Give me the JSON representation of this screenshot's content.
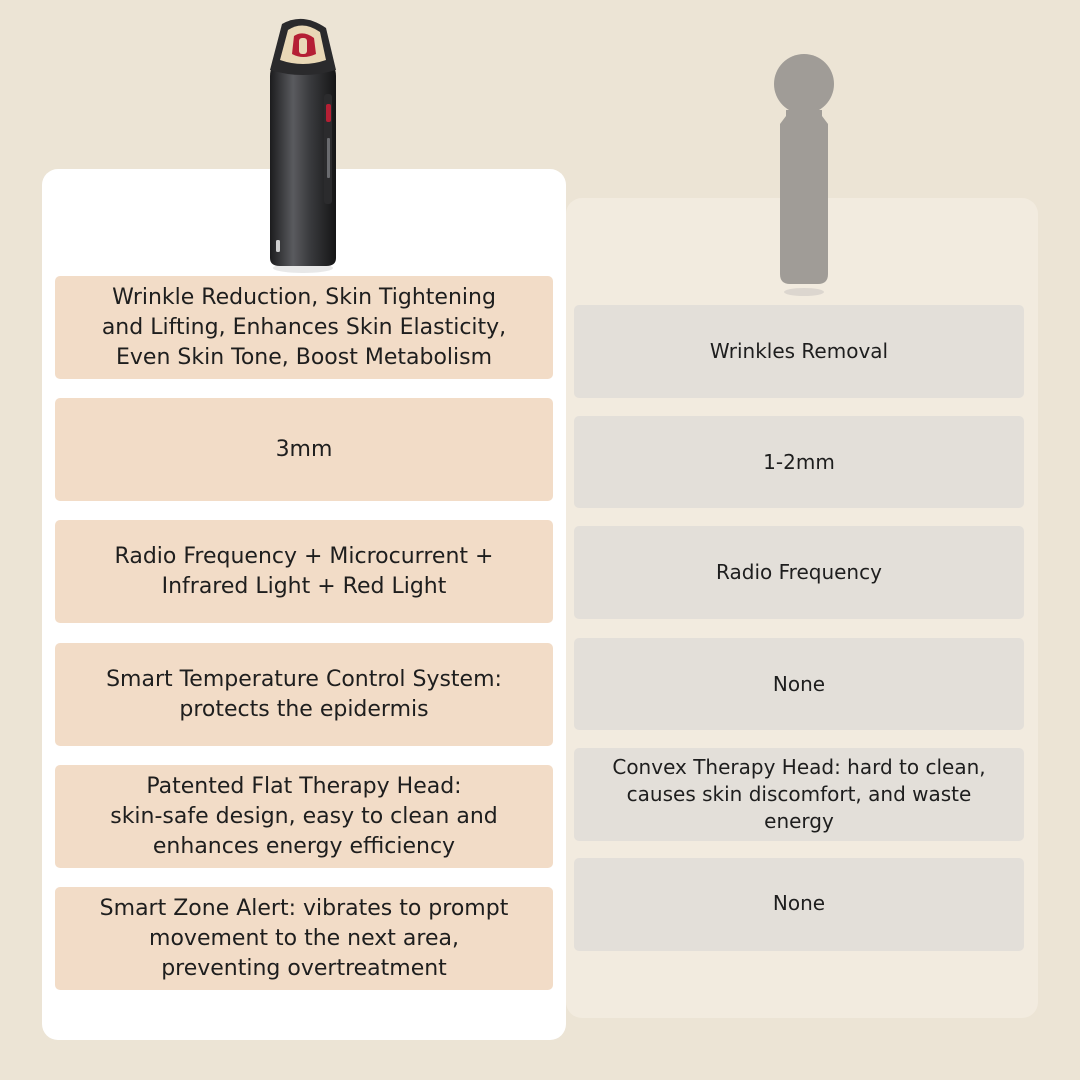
{
  "colors": {
    "background": "#ece4d5",
    "left_panel": "#ffffff",
    "right_panel": "#f2ebdf",
    "left_cell": "#f2dcc7",
    "right_cell": "#e3dfd9",
    "device_accent": "#b51f34"
  },
  "icons": {
    "left": "rf-beauty-device-image",
    "right": "generic-device-silhouette"
  },
  "left_column": {
    "rows": [
      "Wrinkle Reduction, Skin Tightening\nand Lifting, Enhances Skin Elasticity,\nEven Skin Tone, Boost Metabolism",
      "3mm",
      "Radio Frequency + Microcurrent +\nInfrared Light + Red Light",
      "Smart Temperature Control System:\nprotects the epidermis",
      "Patented Flat Therapy Head:\nskin-safe design, easy to clean and\nenhances energy efficiency",
      "Smart Zone Alert: vibrates to prompt\nmovement to the next area,\npreventing overtreatment"
    ]
  },
  "right_column": {
    "rows": [
      "Wrinkles Removal",
      "1-2mm",
      "Radio Frequency",
      "None",
      "Convex Therapy Head: hard to clean,\ncauses skin discomfort, and waste\nenergy",
      "None"
    ]
  }
}
